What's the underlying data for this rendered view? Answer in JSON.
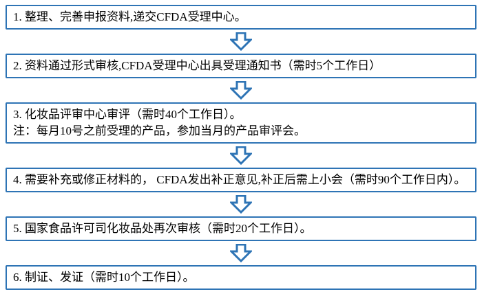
{
  "accent_color": "#2E74B5",
  "diagram": {
    "type": "flowchart",
    "direction": "top-down",
    "steps": [
      {
        "text": "1. 整理、完善申报资料,递交CFDA受理中心。"
      },
      {
        "text": "2. 资料通过形式审核,CFDA受理中心出具受理通知书（需时5个工作日）"
      },
      {
        "text": "3. 化妆品评审中心审评（需时40个工作日）。\n注：每月10号之前受理的产品，参加当月的产品审评会。"
      },
      {
        "text": "4.  需要补充或修正材料的， CFDA发出补正意见,补正后需上小会（需时90个工作日内）。"
      },
      {
        "text": "5. 国家食品许可司化妆品处再次审核（需时20个工作日）。"
      },
      {
        "text": "6. 制证、发证（需时10个工作日）。"
      }
    ]
  }
}
